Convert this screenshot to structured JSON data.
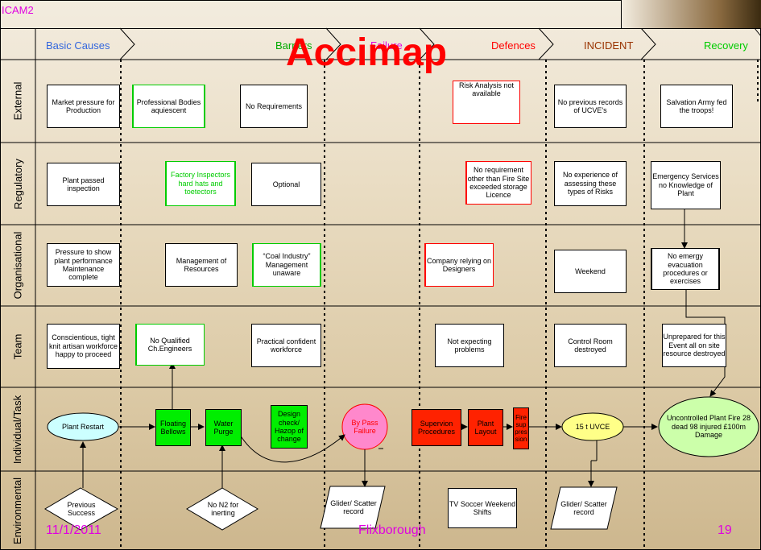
{
  "title": "ICAM2",
  "big_title": "Accimap",
  "colors": {
    "magenta": "#e000e0",
    "red": "#ff0000",
    "blue": "#3366dd",
    "green": "#00cc00",
    "brown": "#993300",
    "box_fill": "#ffffff",
    "green_fill": "#00ee00",
    "red_fill": "#ff2200",
    "pink_fill": "#ff88cc",
    "yellow_fill": "#ffff88",
    "cyan_fill": "#ccffff",
    "lightgreen_fill": "#ccffaa"
  },
  "phases": [
    {
      "label": "Basic Causes",
      "color": "#3366dd"
    },
    {
      "label": "Barriers",
      "color": "#00aa00"
    },
    {
      "label": "Failure",
      "color": "#e000e0"
    },
    {
      "label": "Defences",
      "color": "#ff0000"
    },
    {
      "label": "INCIDENT",
      "color": "#993300"
    },
    {
      "label": "Recovery",
      "color": "#00cc00"
    }
  ],
  "rows": [
    "External",
    "Regulatory",
    "Organisational",
    "Team",
    "Individual/Task",
    "Environmental"
  ],
  "nodes": {
    "market_pressure": "Market pressure for Production",
    "professional_bodies": "Professional Bodies aquiescent",
    "no_requirements": "No Requirements",
    "risk_analysis": "Risk Analysis not available",
    "no_previous_records": "No previous records of UCVE's",
    "salvation_army": "Salvation Army fed the troops!",
    "plant_passed": "Plant passed inspection",
    "factory_inspectors": "Factory Inspectors hard hats and toetectors",
    "optional": "Optional",
    "no_requirement_fire": "No requirement other than Fire Site exceeded storage Licence",
    "no_experience": "No experience of assessing these types of Risks",
    "emergency_services": "Emergency Services no Knowledge of Plant",
    "pressure_show": "Pressure to show plant performance Maintenance complete",
    "management_resources": "Management of Resources",
    "coal_industry": "“Coal Industry” Management unaware",
    "company_relying": "Company relying on Designers",
    "weekend": "Weekend",
    "no_emergy": "No emergy evacuation procedures or exercises",
    "conscientious": "Conscientious, tight knit artisan workforce happy to proceed",
    "no_qualified": "No Qualified Ch.Engineers",
    "practical": "Practical confident workforce",
    "not_expecting": "Not expecting problems",
    "control_room": "Control Room destroyed",
    "unprepared": "Unprepared for this Event all on site resource destroyed",
    "plant_restart": "Plant Restart",
    "floating_bellows": "Floating Bellows",
    "water_purge": "Water Purge",
    "design_check": "Design check/ Hazop of change",
    "bypass_failure": "By Pass Failure",
    "supervision": "Supervion Procedures",
    "plant_layout": "Plant Layout",
    "fire_suppression": "Fire sup pres sion",
    "uvce": "15 t UVCE",
    "uncontrolled_fire": "Uncontrolled Plant Fire 28 dead 98 injured £100m Damage",
    "previous_success": "Previous Success",
    "no_n2": "No N2 for inerting",
    "glider1": "Glider/ Scatter record",
    "tv_soccer": "TV Soccer Weekend Shifts",
    "glider2": "Glider/ Scatter record"
  },
  "footer": {
    "date": "11/1/2011",
    "place": "Flixborough",
    "page": "19"
  }
}
